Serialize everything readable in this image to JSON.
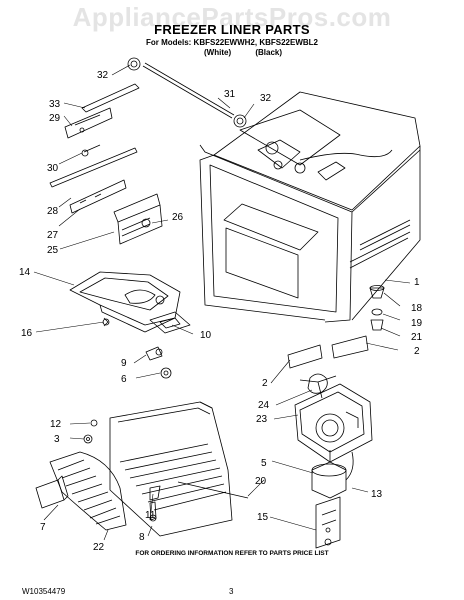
{
  "watermark": "AppliancePartsPros.com",
  "title": "FREEZER LINER PARTS",
  "models_line": "For Models: KBFS22EWWH2, KBFS22EWBL2",
  "variants": [
    "(White)",
    "(Black)"
  ],
  "callouts": [
    "32",
    "31",
    "32",
    "33",
    "29",
    "30",
    "28",
    "27",
    "26",
    "25",
    "14",
    "16",
    "10",
    "1",
    "18",
    "19",
    "21",
    "2",
    "2",
    "9",
    "6",
    "24",
    "23",
    "12",
    "3",
    "5",
    "20",
    "13",
    "11",
    "15",
    "7",
    "22",
    "8"
  ],
  "footer_note": "FOR ORDERING INFORMATION REFER TO PARTS PRICE LIST",
  "doc_number": "W10354479",
  "page_number": "3"
}
